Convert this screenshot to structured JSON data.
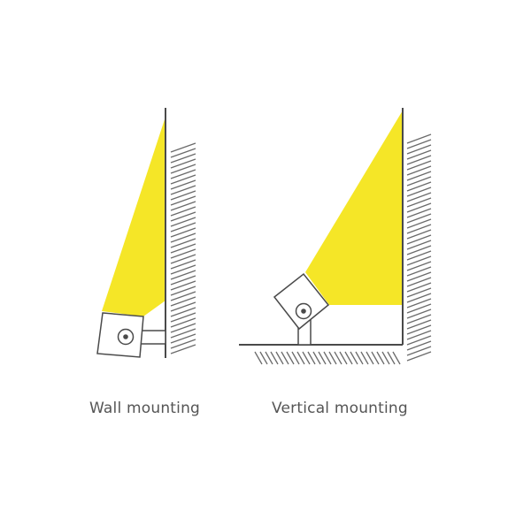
{
  "captions": {
    "wall": "Wall mounting",
    "vertical": "Vertical mounting"
  },
  "colors": {
    "beam": "#f5e627",
    "line": "#4a4a4a",
    "hatch": "#6a6a6a",
    "caption": "#555555"
  },
  "diagrams": [
    {
      "name": "wall-mounting",
      "fixture": "light-fixture-icon",
      "surface": "wall"
    },
    {
      "name": "vertical-mounting",
      "fixture": "light-fixture-icon",
      "surface": "floor-and-wall"
    }
  ]
}
